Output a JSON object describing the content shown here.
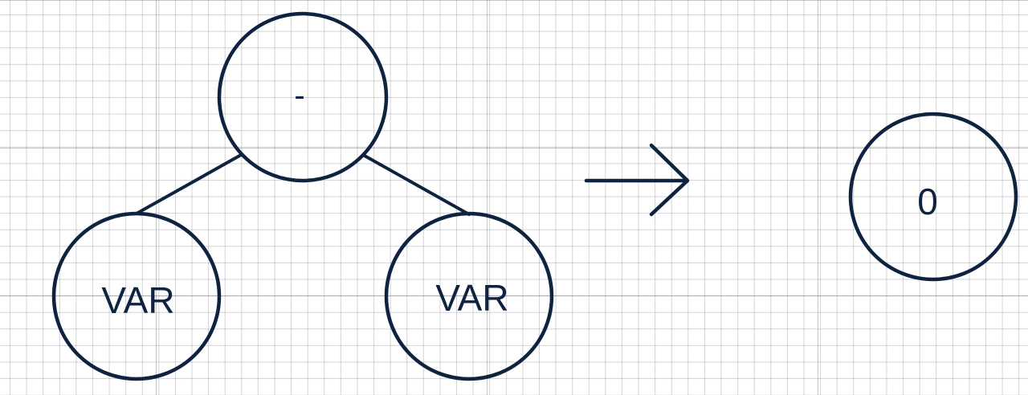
{
  "diagram": {
    "left_tree": {
      "root": {
        "label": "-"
      },
      "left_child": {
        "label": "VAR"
      },
      "right_child": {
        "label": "VAR"
      }
    },
    "transform_arrow": {
      "direction": "right"
    },
    "result": {
      "label": "0"
    },
    "colors": {
      "stroke": "#0f2340",
      "grid": "#9a9aa5",
      "background": "#ffffff"
    }
  }
}
